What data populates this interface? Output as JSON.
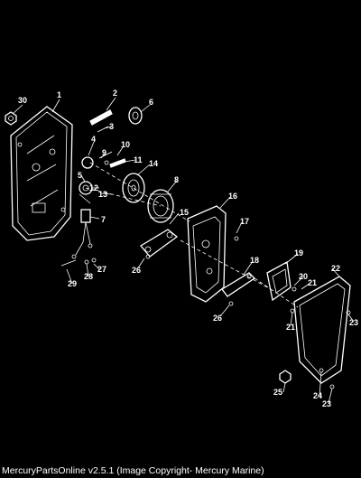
{
  "footer": "MercuryPartsOnline v2.5.1 (Image Copyright- Mercury Marine)",
  "callouts": [
    "30",
    "1",
    "2",
    "3",
    "6",
    "4",
    "9",
    "10",
    "11",
    "14",
    "5",
    "12",
    "13",
    "8",
    "16",
    "15",
    "7",
    "17",
    "26",
    "28",
    "27",
    "29",
    "18",
    "19",
    "22",
    "20",
    "21",
    "21",
    "26",
    "23",
    "23",
    "25",
    "24",
    "23"
  ],
  "colors": {
    "background": "#000000",
    "linework": "#ffffff"
  }
}
